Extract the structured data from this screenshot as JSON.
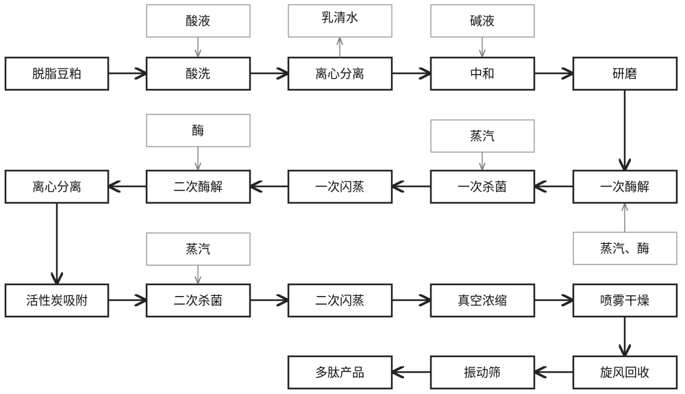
{
  "diagram": {
    "nodes": {
      "defat_soy": "脱脂豆粕",
      "acid_wash": "酸洗",
      "centrifuge_1": "离心分离",
      "neutralize": "中和",
      "grind": "研磨",
      "acid_solution": "酸液",
      "whey_water": "乳清水",
      "alkali_solution": "碱液",
      "enzyme_1": "酶",
      "steam_1": "蒸汽",
      "centrifuge_2": "离心分离",
      "second_hydrolysis": "二次酶解",
      "first_flash": "一次闪蒸",
      "first_sterilize": "一次杀菌",
      "first_hydrolysis": "一次酶解",
      "steam_enzyme": "蒸汽、酶",
      "steam_2": "蒸汽",
      "carbon_adsorb": "活性炭吸附",
      "second_sterilize": "二次杀菌",
      "second_flash": "二次闪蒸",
      "vacuum_concentrate": "真空浓缩",
      "spray_dry": "喷雾干燥",
      "peptide_product": "多肽产品",
      "vibrating_sieve": "振动筛",
      "cyclone_recovery": "旋风回收"
    }
  }
}
